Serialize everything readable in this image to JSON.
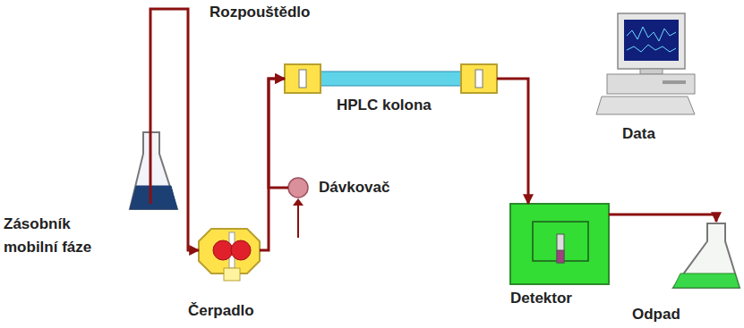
{
  "diagram": {
    "nodes": [
      {
        "text": [
          "Zásobník mobilní fáze"
        ]
      },
      {
        "text": [
          "Čerpadlo"
        ]
      },
      {
        "text": [
          "Dávkovač"
        ]
      },
      {
        "text": [
          "HPLC kolona"
        ]
      },
      {
        "text": [
          "Detektor"
        ]
      },
      {
        "text": [
          "Odpad"
        ]
      },
      {
        "text": [
          "Data"
        ]
      }
    ],
    "edges": [
      {
        "from": 0,
        "to": 1,
        "arrow": "to"
      },
      {
        "from": 1,
        "to": 3,
        "arrow": "to"
      },
      {
        "from": 2,
        "to": 3,
        "arrow": "to"
      },
      {
        "from": 3,
        "to": 4,
        "arrow": "to"
      },
      {
        "from": 4,
        "to": 5,
        "arrow": "to"
      }
    ],
    "labels": [
      "Rozpouštědlo"
    ]
  }
}
